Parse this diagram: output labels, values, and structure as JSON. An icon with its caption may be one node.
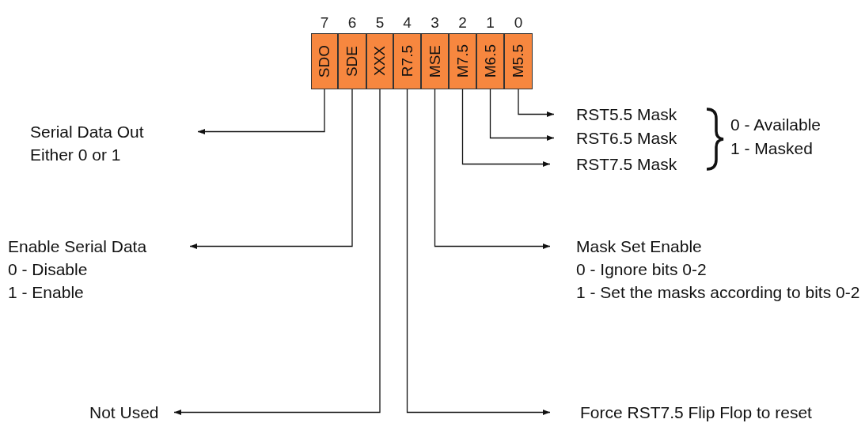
{
  "diagram": {
    "nodes": [
      {
        "text": [
          "SDO"
        ],
        "beside": [
          "7"
        ]
      },
      {
        "text": [
          "SDE"
        ],
        "beside": [
          "6"
        ]
      },
      {
        "text": [
          "XXX"
        ],
        "beside": [
          "5"
        ]
      },
      {
        "text": [
          "R7.5"
        ],
        "beside": [
          "4"
        ]
      },
      {
        "text": [
          "MSE"
        ],
        "beside": [
          "3"
        ]
      },
      {
        "text": [
          "M7.5"
        ],
        "beside": [
          "2"
        ]
      },
      {
        "text": [
          "M6.5"
        ],
        "beside": [
          "1"
        ]
      },
      {
        "text": [
          "M5.5"
        ],
        "beside": [
          "0"
        ]
      },
      {
        "text": [
          "Serial Data Out",
          "Either 0 or 1"
        ]
      },
      {
        "text": [
          "Enable Serial Data",
          "0 - Disable",
          "1 - Enable"
        ]
      },
      {
        "text": [
          "Not Used"
        ]
      },
      {
        "text": [
          "Mask Set Enable",
          "0 - Ignore bits 0-2",
          "1 - Set the masks according to bits 0-2"
        ]
      },
      {
        "text": [
          "Force RST7.5 Flip Flop to reset"
        ]
      },
      {
        "text": [
          "RST5.5 Mask"
        ]
      },
      {
        "text": [
          "RST6.5 Mask"
        ]
      },
      {
        "text": [
          "RST7.5 Mask"
        ]
      }
    ],
    "edges": [
      {
        "from": 0,
        "to": 8,
        "arrow": "to"
      },
      {
        "from": 1,
        "to": 9,
        "arrow": "to"
      },
      {
        "from": 2,
        "to": 10,
        "arrow": "to"
      },
      {
        "from": 3,
        "to": 12,
        "arrow": "to"
      },
      {
        "from": 4,
        "to": 11,
        "arrow": "to"
      },
      {
        "from": 5,
        "to": 15,
        "arrow": "to"
      },
      {
        "from": 6,
        "to": 14,
        "arrow": "to"
      },
      {
        "from": 7,
        "to": 13,
        "arrow": "to"
      }
    ],
    "labels": [
      "0 - Available",
      "1 - Masked"
    ]
  }
}
